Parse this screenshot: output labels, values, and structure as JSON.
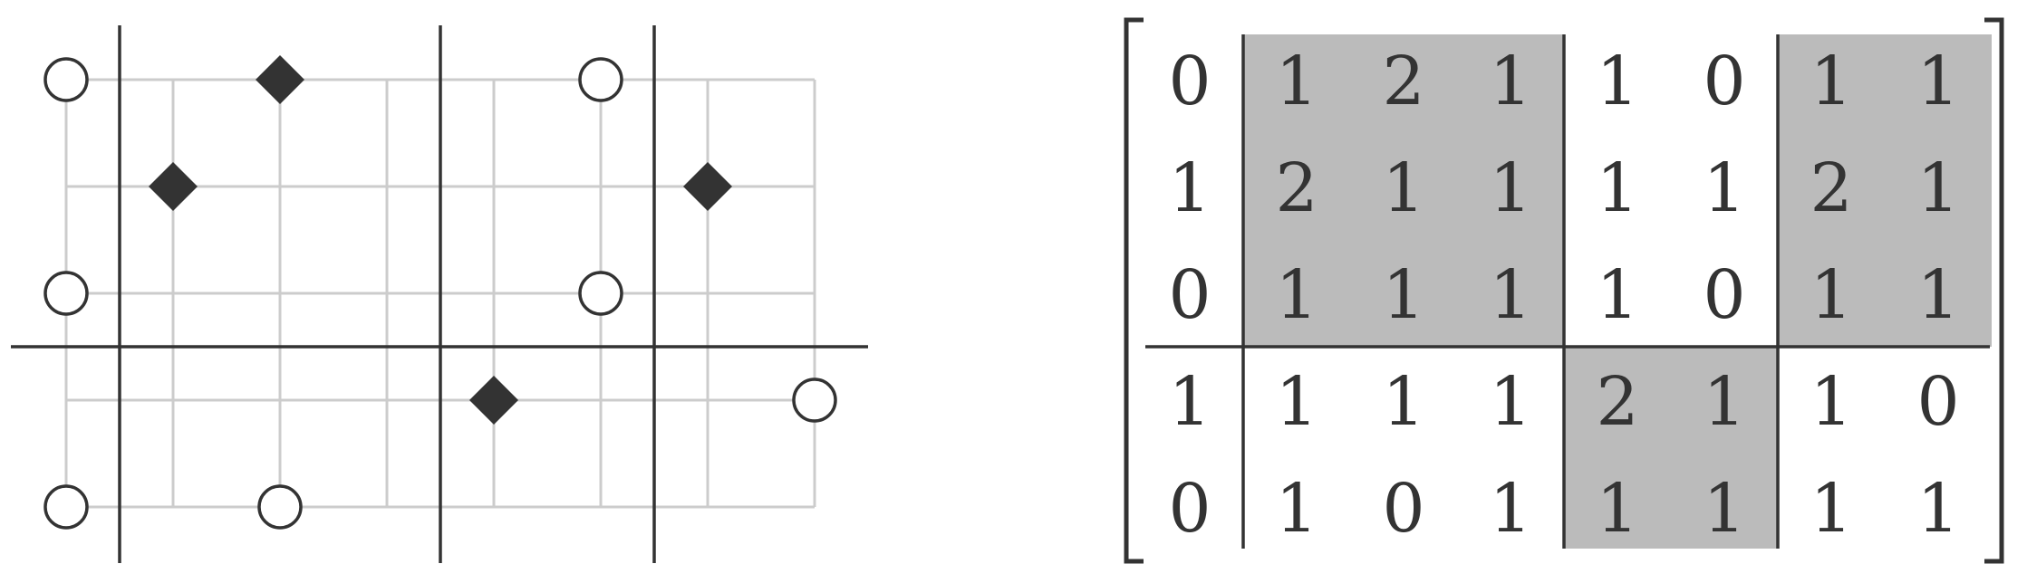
{
  "colors": {
    "ink": "#333333",
    "grid": "#cccccc",
    "highlight": "#bbbbbb",
    "background": "#ffffff"
  },
  "lattice_diagram": {
    "grid_columns": 8,
    "grid_rows": 5,
    "blocks": "columns split 1 | 3 | 2 | 2, rows split 3 | 2",
    "circle_markers": [
      {
        "col": 0,
        "row": 0
      },
      {
        "col": 5,
        "row": 0
      },
      {
        "col": 0,
        "row": 2
      },
      {
        "col": 5,
        "row": 2
      },
      {
        "col": 7,
        "row": 3
      },
      {
        "col": 0,
        "row": 4
      },
      {
        "col": 2,
        "row": 4
      }
    ],
    "diamond_markers": [
      {
        "col": 2,
        "row": 0
      },
      {
        "col": 1,
        "row": 1
      },
      {
        "col": 6,
        "row": 1
      },
      {
        "col": 4,
        "row": 3
      }
    ]
  },
  "matrix": {
    "rows": [
      [
        "0",
        "1",
        "2",
        "1",
        "1",
        "0",
        "1",
        "1"
      ],
      [
        "1",
        "2",
        "1",
        "1",
        "1",
        "1",
        "2",
        "1"
      ],
      [
        "0",
        "1",
        "1",
        "1",
        "1",
        "0",
        "1",
        "1"
      ],
      [
        "1",
        "1",
        "1",
        "1",
        "2",
        "1",
        "1",
        "0"
      ],
      [
        "0",
        "1",
        "0",
        "1",
        "1",
        "1",
        "1",
        "1"
      ]
    ],
    "shaded_blocks": [
      {
        "rows": [
          0,
          2
        ],
        "cols": [
          1,
          3
        ]
      },
      {
        "rows": [
          0,
          2
        ],
        "cols": [
          6,
          7
        ]
      },
      {
        "rows": [
          3,
          4
        ],
        "cols": [
          4,
          5
        ]
      }
    ]
  }
}
